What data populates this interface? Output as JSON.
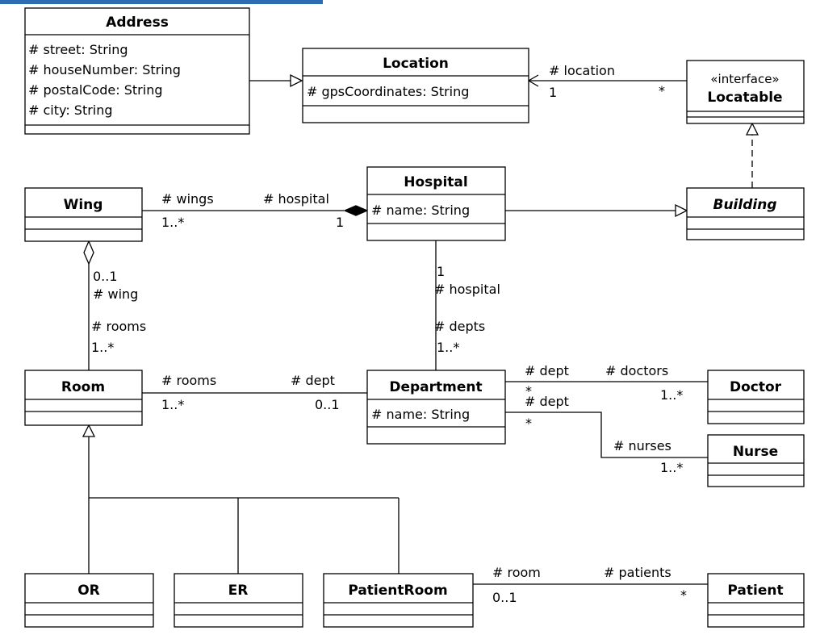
{
  "classes": {
    "address": {
      "name": "Address",
      "attributes": [
        "# street: String",
        "# houseNumber: String",
        "# postalCode: String",
        "# city: String"
      ]
    },
    "location": {
      "name": "Location",
      "attributes": [
        "# gpsCoordinates: String"
      ]
    },
    "locatable": {
      "stereotype": "«interface»",
      "name": "Locatable"
    },
    "hospital": {
      "name": "Hospital",
      "attributes": [
        "# name: String"
      ]
    },
    "building": {
      "name": "Building"
    },
    "wing": {
      "name": "Wing"
    },
    "room": {
      "name": "Room"
    },
    "department": {
      "name": "Department",
      "attributes": [
        "# name: String"
      ]
    },
    "doctor": {
      "name": "Doctor"
    },
    "nurse": {
      "name": "Nurse"
    },
    "or": {
      "name": "OR"
    },
    "er": {
      "name": "ER"
    },
    "patient_room": {
      "name": "PatientRoom"
    },
    "patient": {
      "name": "Patient"
    }
  },
  "associations": {
    "locatable_location": {
      "role_target": "# location",
      "mult_target": "1",
      "mult_source": "*"
    },
    "wing_hospital": {
      "role_wings": "# wings",
      "mult_wings": "1..*",
      "role_hospital": "# hospital",
      "mult_hospital": "1"
    },
    "wing_room": {
      "mult_wing": "0..1",
      "role_wing": "# wing",
      "role_rooms": "# rooms",
      "mult_rooms": "1..*"
    },
    "hospital_department": {
      "mult_hospital": "1",
      "role_hospital": "# hospital",
      "role_depts": "# depts",
      "mult_depts": "1..*"
    },
    "room_department": {
      "role_rooms": "# rooms",
      "mult_rooms": "1..*",
      "role_dept": "# dept",
      "mult_dept": "0..1"
    },
    "department_doctor": {
      "role_dept": "# dept",
      "mult_dept": "*",
      "role_doctors": "# doctors",
      "mult_doctors": "1..*"
    },
    "department_nurse": {
      "role_dept": "# dept",
      "mult_dept": "*",
      "role_nurses": "# nurses",
      "mult_nurses": "1..*"
    },
    "patientroom_patient": {
      "role_room": "# room",
      "mult_room": "0..1",
      "role_patients": "# patients",
      "mult_patients": "*"
    }
  }
}
